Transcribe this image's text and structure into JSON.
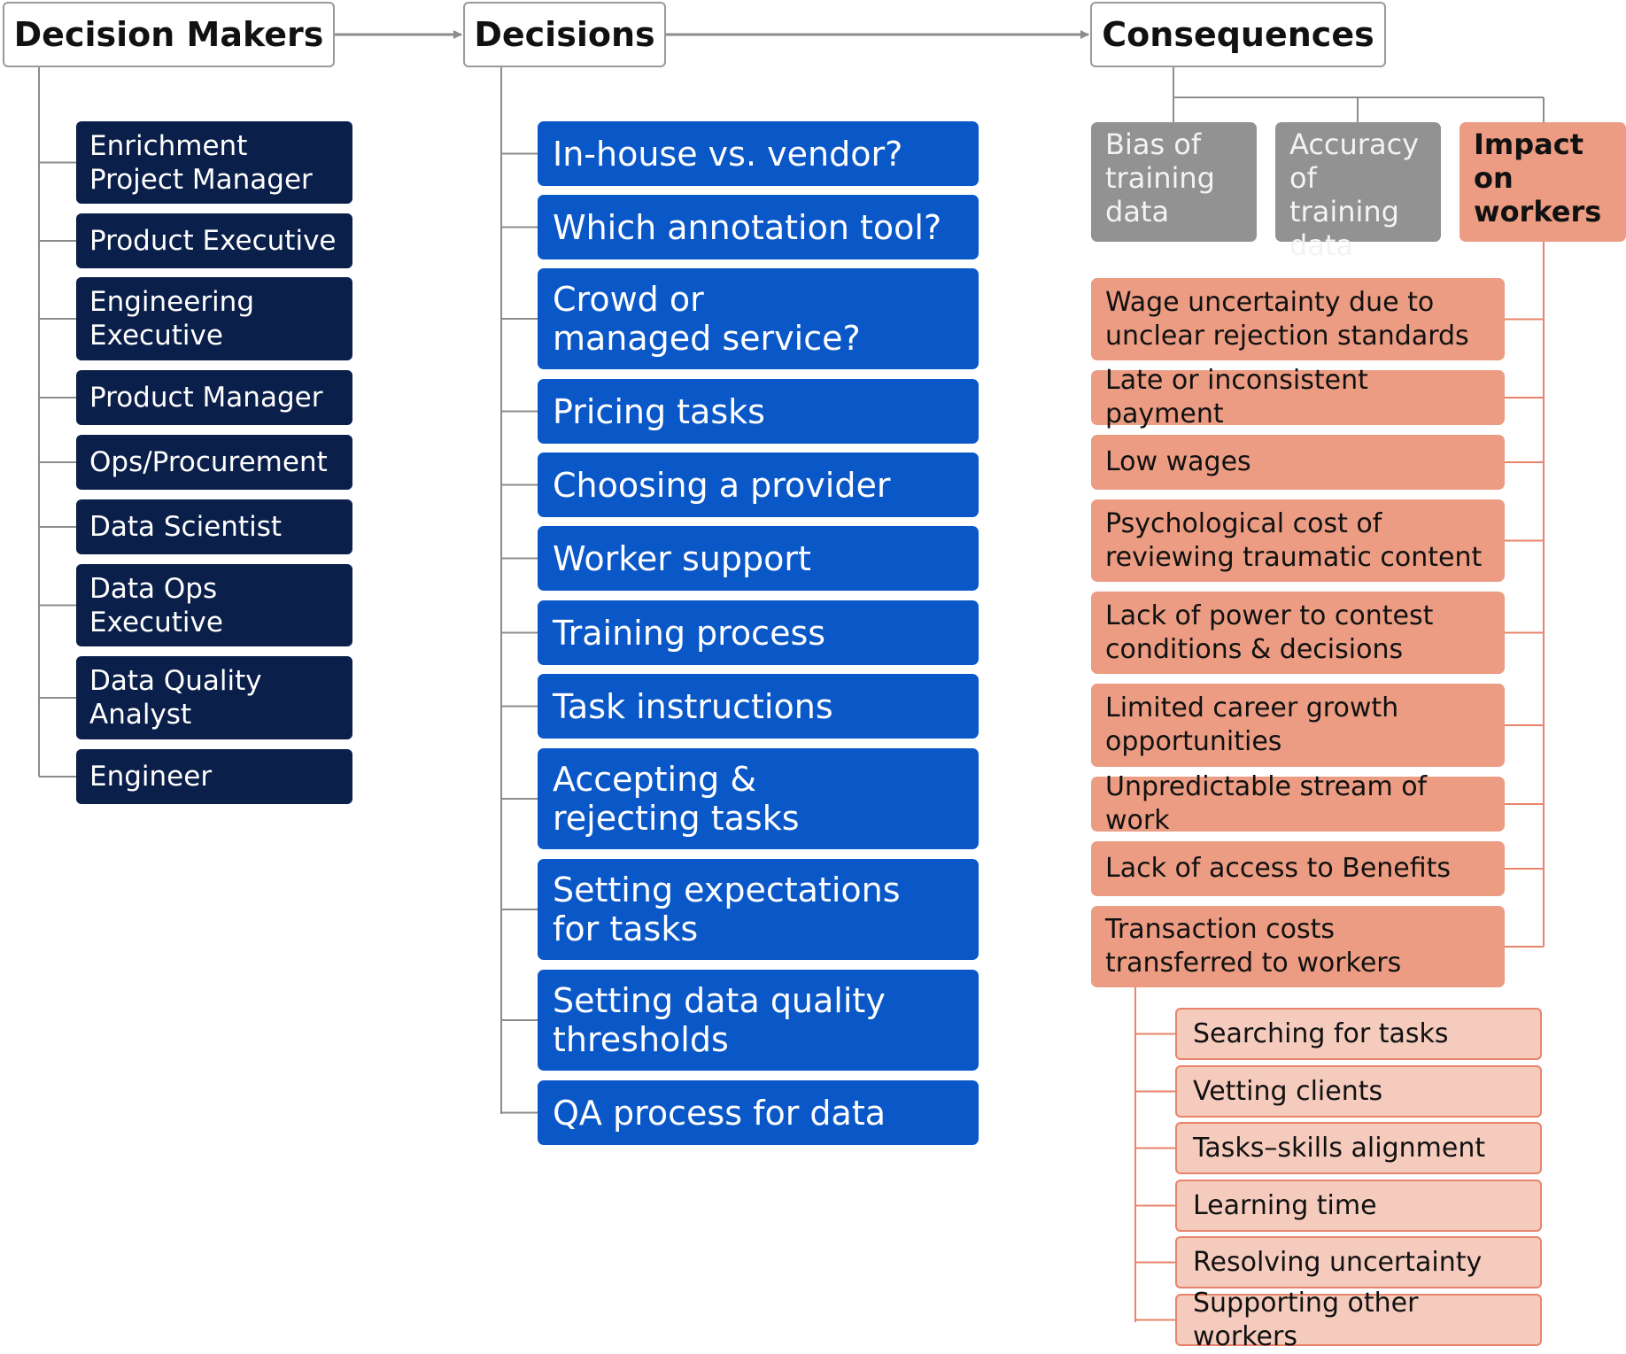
{
  "colors": {
    "header_border": "#9a9a9a",
    "decision_makers_bg": "#0a1f4a",
    "decisions_bg": "#0a57c8",
    "category_grey": "#929292",
    "impact_salmon": "#eb9c82",
    "transaction_light": "#f5cbbd",
    "connector_grey": "#8c8c8c",
    "connector_salmon": "#e8846a"
  },
  "headers": {
    "decision_makers": "Decision Makers",
    "decisions": "Decisions",
    "consequences": "Consequences"
  },
  "decision_makers": [
    "Enrichment\nProject Manager",
    "Product Executive",
    "Engineering\nExecutive",
    "Product Manager",
    "Ops/Procurement",
    "Data Scientist",
    "Data Ops\nExecutive",
    "Data Quality\nAnalyst",
    "Engineer"
  ],
  "decisions": [
    "In-house vs. vendor?",
    "Which annotation tool?",
    "Crowd or\nmanaged service?",
    "Pricing tasks",
    "Choosing a provider",
    "Worker support",
    "Training process",
    "Task instructions",
    "Accepting &\nrejecting tasks",
    "Setting expectations\nfor tasks",
    "Setting data quality\nthresholds",
    "QA process for data"
  ],
  "consequence_categories": [
    "Bias of\ntraining\ndata",
    "Accuracy\nof training\ndata",
    "Impact on\nworkers"
  ],
  "worker_impacts": [
    "Wage uncertainty due to\nunclear rejection standards",
    "Late or inconsistent payment",
    "Low wages",
    "Psychological cost of\nreviewing traumatic content",
    "Lack of power to contest\nconditions & decisions",
    "Limited career growth\nopportunities",
    "Unpredictable stream of work",
    "Lack of access to Benefits",
    "Transaction costs\ntransferred to workers"
  ],
  "transaction_costs": [
    "Searching for tasks",
    "Vetting clients",
    "Tasks–skills alignment",
    "Learning time",
    "Resolving uncertainty",
    "Supporting other workers"
  ]
}
